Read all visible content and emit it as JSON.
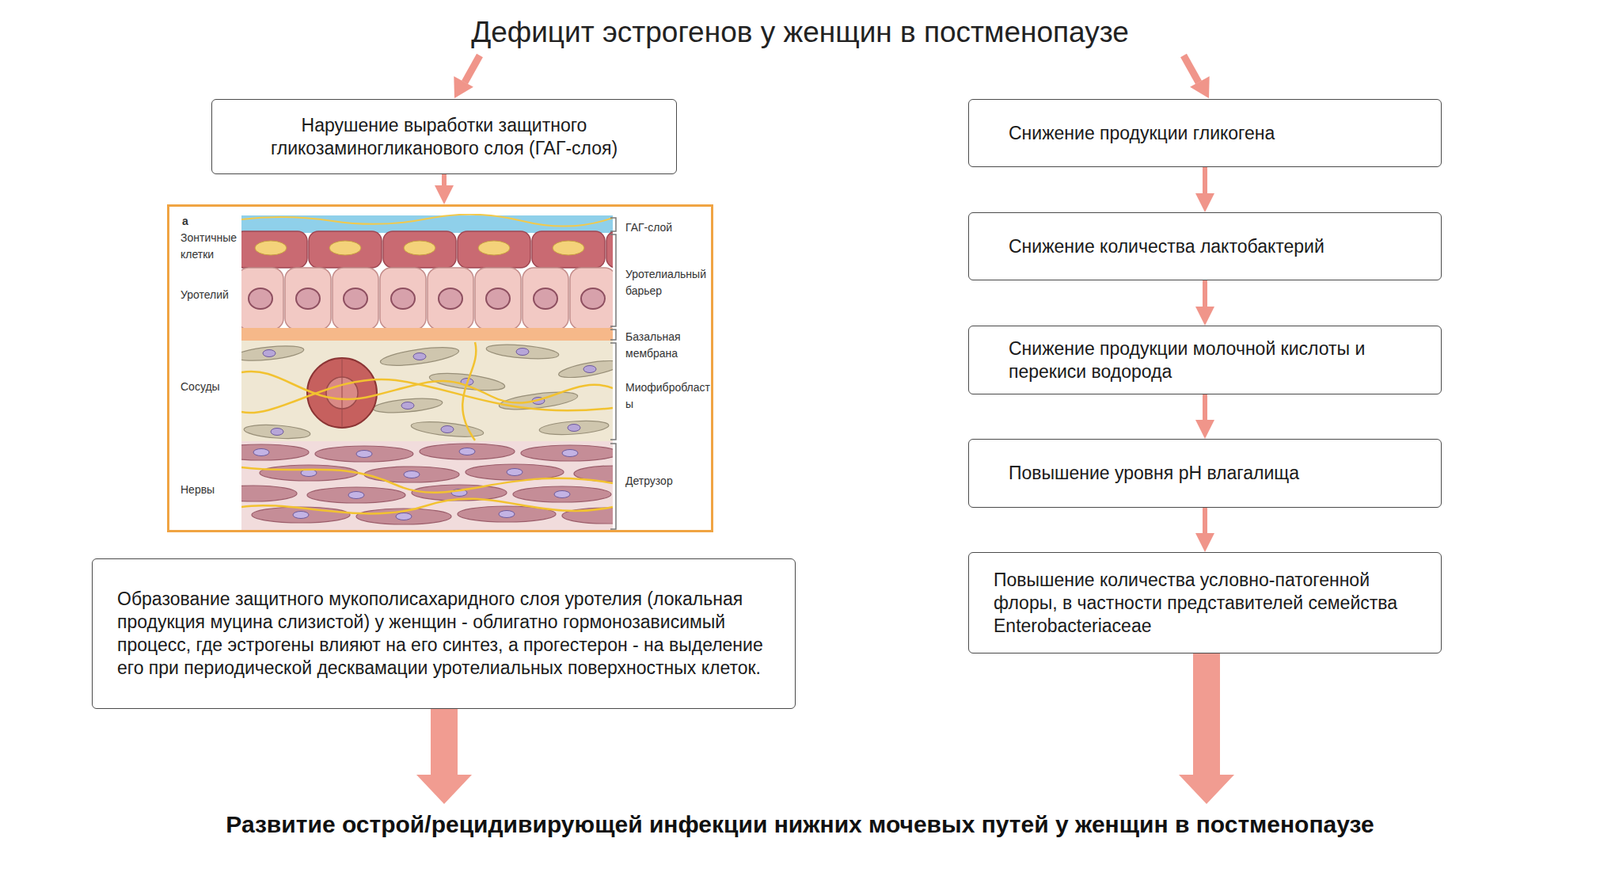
{
  "diagram": {
    "title": "Дефицит эстрогенов у женщин в постменопаузе",
    "caption": "Развитие острой/рецидивирующей инфекции нижних мочевых путей у женщин в постменопаузе",
    "nodes": [
      {
        "text": [
          "Нарушение выработки защитного гликозаминогликанового слоя (ГАГ-слоя)"
        ]
      },
      {
        "text": [
          "a",
          "Зонтичные клетки",
          "Уротелий",
          "Сосуды",
          "Нервы",
          "ГАГ-слой",
          "Уротелиальный барьер",
          "Базальная мембрана",
          "Миофибробласты",
          "Детрузор"
        ]
      },
      {
        "text": [
          "Образование защитного мукополисахаридного слоя уротелия (локальная продукция муцина слизистой) у женщин - облигатно гормонозависимый процесс, где эстрогены влияют на его синтез, а прогестерон - на выделение его при периодической десквамации уротелиальных поверхностных клеток."
        ]
      },
      {
        "text": [
          "Снижение продукции гликогена"
        ]
      },
      {
        "text": [
          "Снижение количества лактобактерий"
        ]
      },
      {
        "text": [
          "Снижение продукции молочной кислоты и перекиси водорода"
        ]
      },
      {
        "text": [
          "Повышение уровня pH влагалища"
        ]
      },
      {
        "text": [
          "Повышение количества условно-патогенной флоры, в частности представителей семейства Enterobacteriaceae"
        ]
      }
    ],
    "edges": [
      {
        "from": 0,
        "to": 1,
        "arrow": "to"
      },
      {
        "from": 3,
        "to": 4,
        "arrow": "to"
      },
      {
        "from": 4,
        "to": 5,
        "arrow": "to"
      },
      {
        "from": 5,
        "to": 6,
        "arrow": "to"
      },
      {
        "from": 6,
        "to": 7,
        "arrow": "to"
      }
    ]
  }
}
